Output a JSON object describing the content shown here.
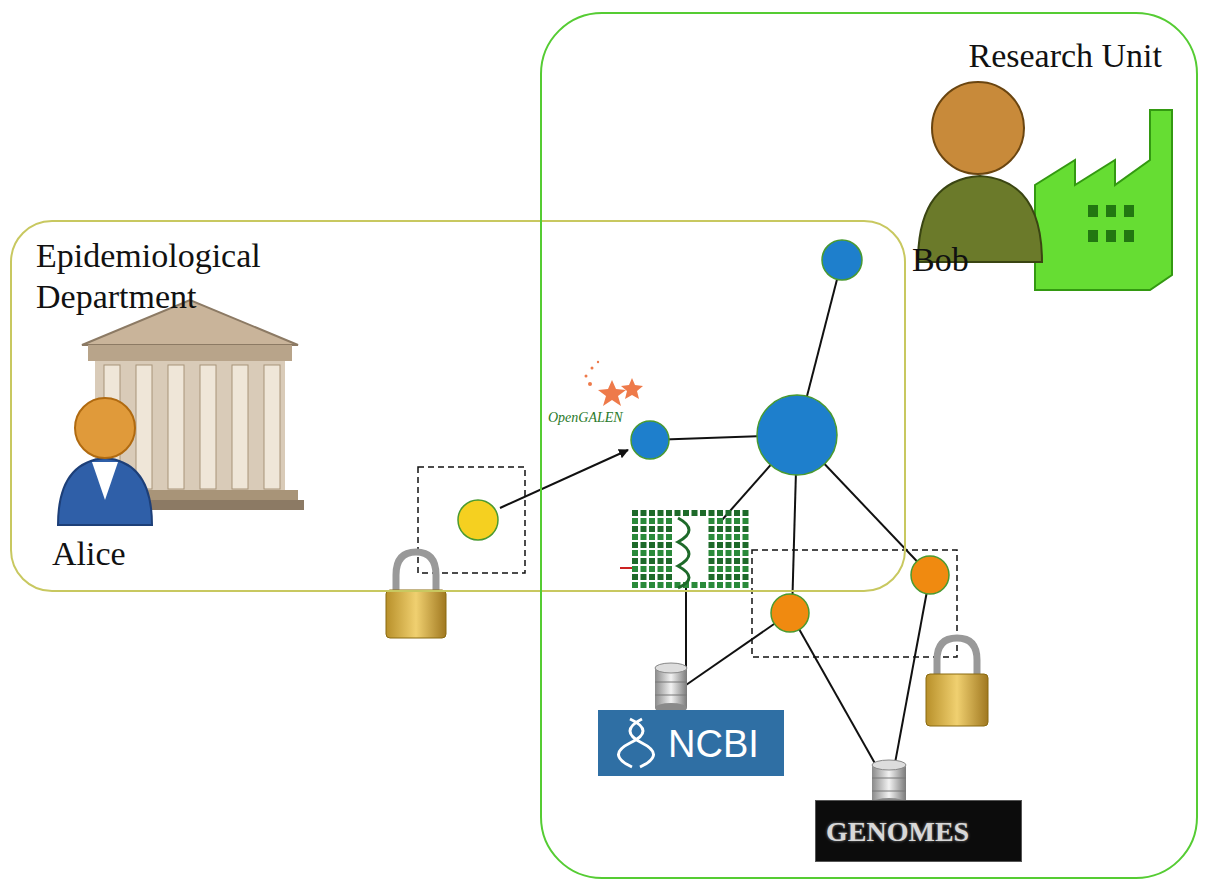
{
  "diagram": {
    "nodes": [
      {
        "text": [
          "Epidemiological Department",
          "Alice"
        ]
      },
      {
        "text": [
          "Research Unit",
          "Bob"
        ]
      },
      {
        "text": [
          "OpenGALEN"
        ],
        "in": 1
      },
      {
        "text": [
          "NCBI"
        ],
        "in": 1
      },
      {
        "text": [
          "GENOMES"
        ],
        "in": 1
      }
    ]
  }
}
